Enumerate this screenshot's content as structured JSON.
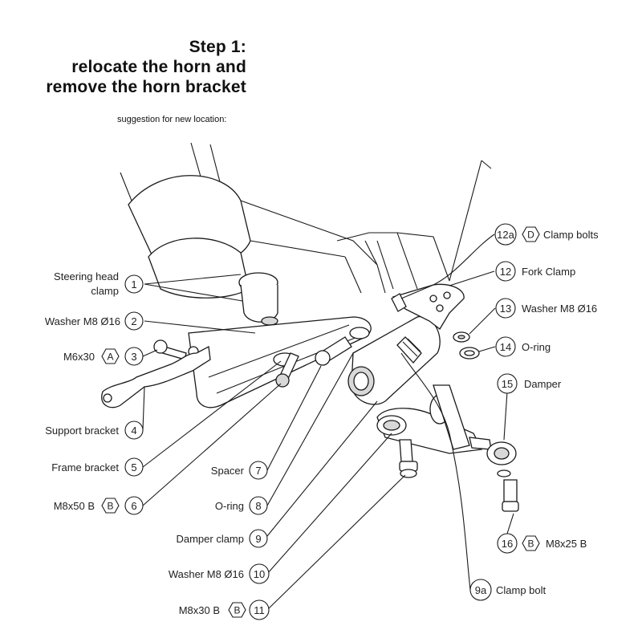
{
  "header": {
    "title_line1": "Step 1:",
    "title_line2": "relocate the horn and",
    "title_line3": "remove the horn bracket",
    "subtitle": "suggestion for new location:"
  },
  "parts": [
    {
      "num": "1",
      "name_line1": "Steering head",
      "name_line2": "clamp"
    },
    {
      "num": "2",
      "name": "Washer M8 Ø16"
    },
    {
      "num": "3",
      "name": "M6x30",
      "code": "A"
    },
    {
      "num": "4",
      "name": "Support bracket"
    },
    {
      "num": "5",
      "name": "Frame bracket"
    },
    {
      "num": "6",
      "name": "M8x50 B",
      "code": "B"
    },
    {
      "num": "7",
      "name": "Spacer"
    },
    {
      "num": "8",
      "name": "O-ring"
    },
    {
      "num": "9",
      "name": "Damper clamp"
    },
    {
      "num": "10",
      "name": "Washer M8 Ø16"
    },
    {
      "num": "11",
      "name": "M8x30 B",
      "code": "B"
    },
    {
      "num": "12a",
      "name": "Clamp bolts",
      "code": "D"
    },
    {
      "num": "12",
      "name": "Fork Clamp"
    },
    {
      "num": "13",
      "name": "Washer M8 Ø16"
    },
    {
      "num": "14",
      "name": "O-ring"
    },
    {
      "num": "15",
      "name": "Damper"
    },
    {
      "num": "16",
      "name": "M8x25 B",
      "code": "B"
    },
    {
      "num": "9a",
      "name": "Clamp bolt"
    }
  ]
}
